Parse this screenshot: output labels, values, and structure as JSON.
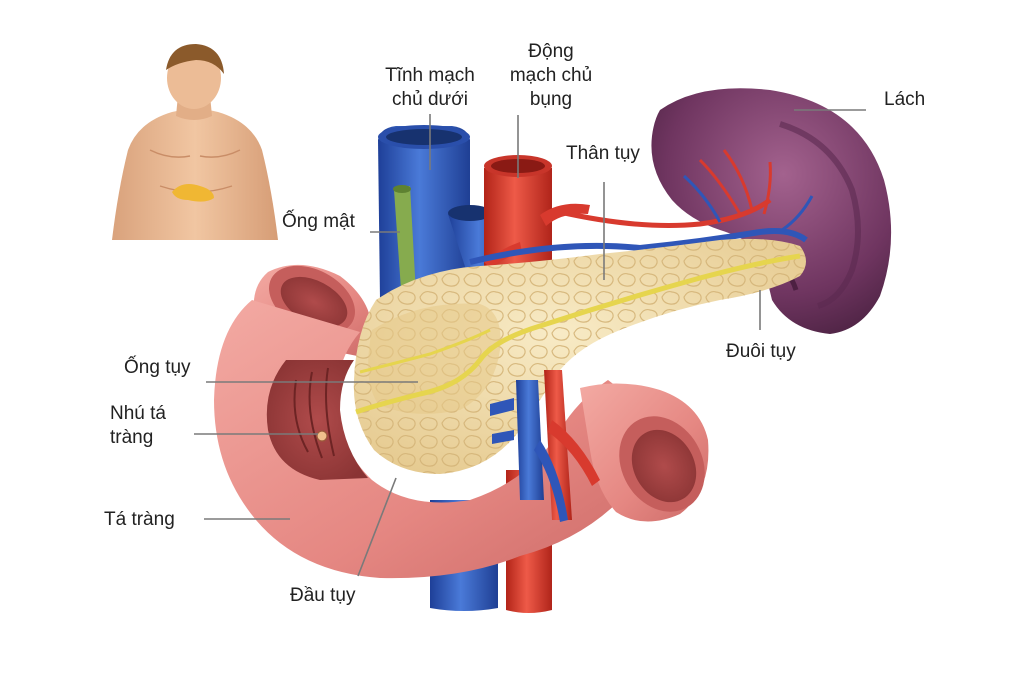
{
  "labels": {
    "tinh_mach_chu_duoi_1": "Tĩnh mạch",
    "tinh_mach_chu_duoi_2": "chủ dưới",
    "dong_mach_chu_bung_1": "Động",
    "dong_mach_chu_bung_2": "mạch chủ",
    "dong_mach_chu_bung_3": "bụng",
    "than_tuy": "Thân tụy",
    "lach": "Lách",
    "ong_mat": "Ống mật",
    "ong_tuy": "Ống tụy",
    "nhu_ta_trang_1": "Nhú tá",
    "nhu_ta_trang_2": "tràng",
    "ta_trang": "Tá tràng",
    "dau_tuy": "Đầu tụy",
    "duoi_tuy": "Đuôi tụy"
  },
  "colors": {
    "vein": "#2f56b8",
    "artery": "#d83a2e",
    "pancreas": "#efd9a6",
    "spleen": "#7a3d68",
    "duodenum": "#e88e8a",
    "bile_duct": "#7fa24a",
    "pancreatic_duct": "#e3d35a",
    "skin": "#e9b891"
  }
}
